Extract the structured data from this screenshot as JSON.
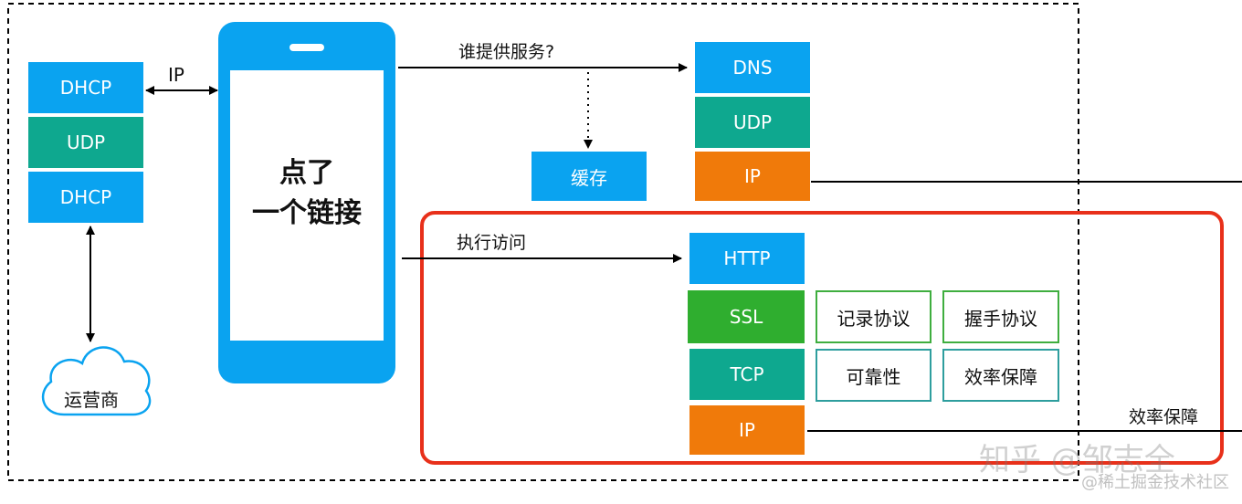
{
  "colors": {
    "blue": "#0aa3f0",
    "teal": "#0ea88f",
    "green": "#2fae2f",
    "orange": "#f07a0a",
    "red_frame": "#e8301a",
    "outline_teal": "#2e9e9e",
    "outline_green": "#3fae3f"
  },
  "phone": {
    "text_line1": "点了",
    "text_line2": "一个链接"
  },
  "left_stack": {
    "top": "DHCP",
    "middle": "UDP",
    "bottom": "DHCP"
  },
  "ip_label": "IP",
  "cloud_label": "运营商",
  "dns_query_label": "谁提供服务?",
  "cache_label": "缓存",
  "dns_stack": {
    "top": "DNS",
    "middle": "UDP",
    "bottom": "IP"
  },
  "access_label": "执行访问",
  "http_stack": {
    "http": "HTTP",
    "ssl": "SSL",
    "tcp": "TCP",
    "ip": "IP"
  },
  "ssl_protocols": {
    "record": "记录协议",
    "handshake": "握手协议"
  },
  "tcp_features": {
    "reliability": "可靠性",
    "efficiency": "效率保障"
  },
  "bottom_line_label": "效率保障",
  "watermark": {
    "zhihu": "知乎 @邹志全",
    "juejin": "@稀土掘金技术社区"
  }
}
